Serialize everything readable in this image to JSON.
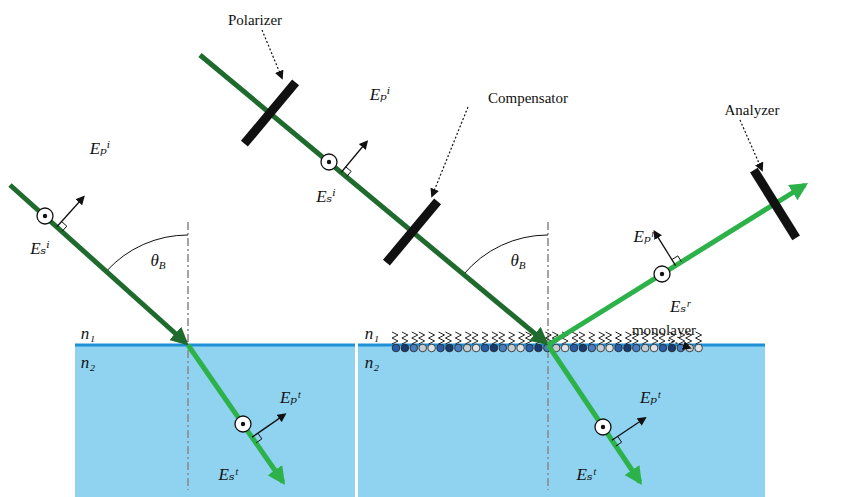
{
  "diagram": {
    "labels": [
      "Eₚⁱ",
      "Eₛⁱ",
      "θB",
      "n₁",
      "n₂",
      "Eₚᵗ",
      "Eₛᵗ",
      "Polarizer",
      "Compensator",
      "Analyzer",
      "Eₚⁱ",
      "Eₛⁱ",
      "θB",
      "n₁",
      "n₂",
      "Eₚʳ",
      "Eₛʳ",
      "monolayer",
      "Eₚᵗ",
      "Eₛᵗ"
    ]
  }
}
